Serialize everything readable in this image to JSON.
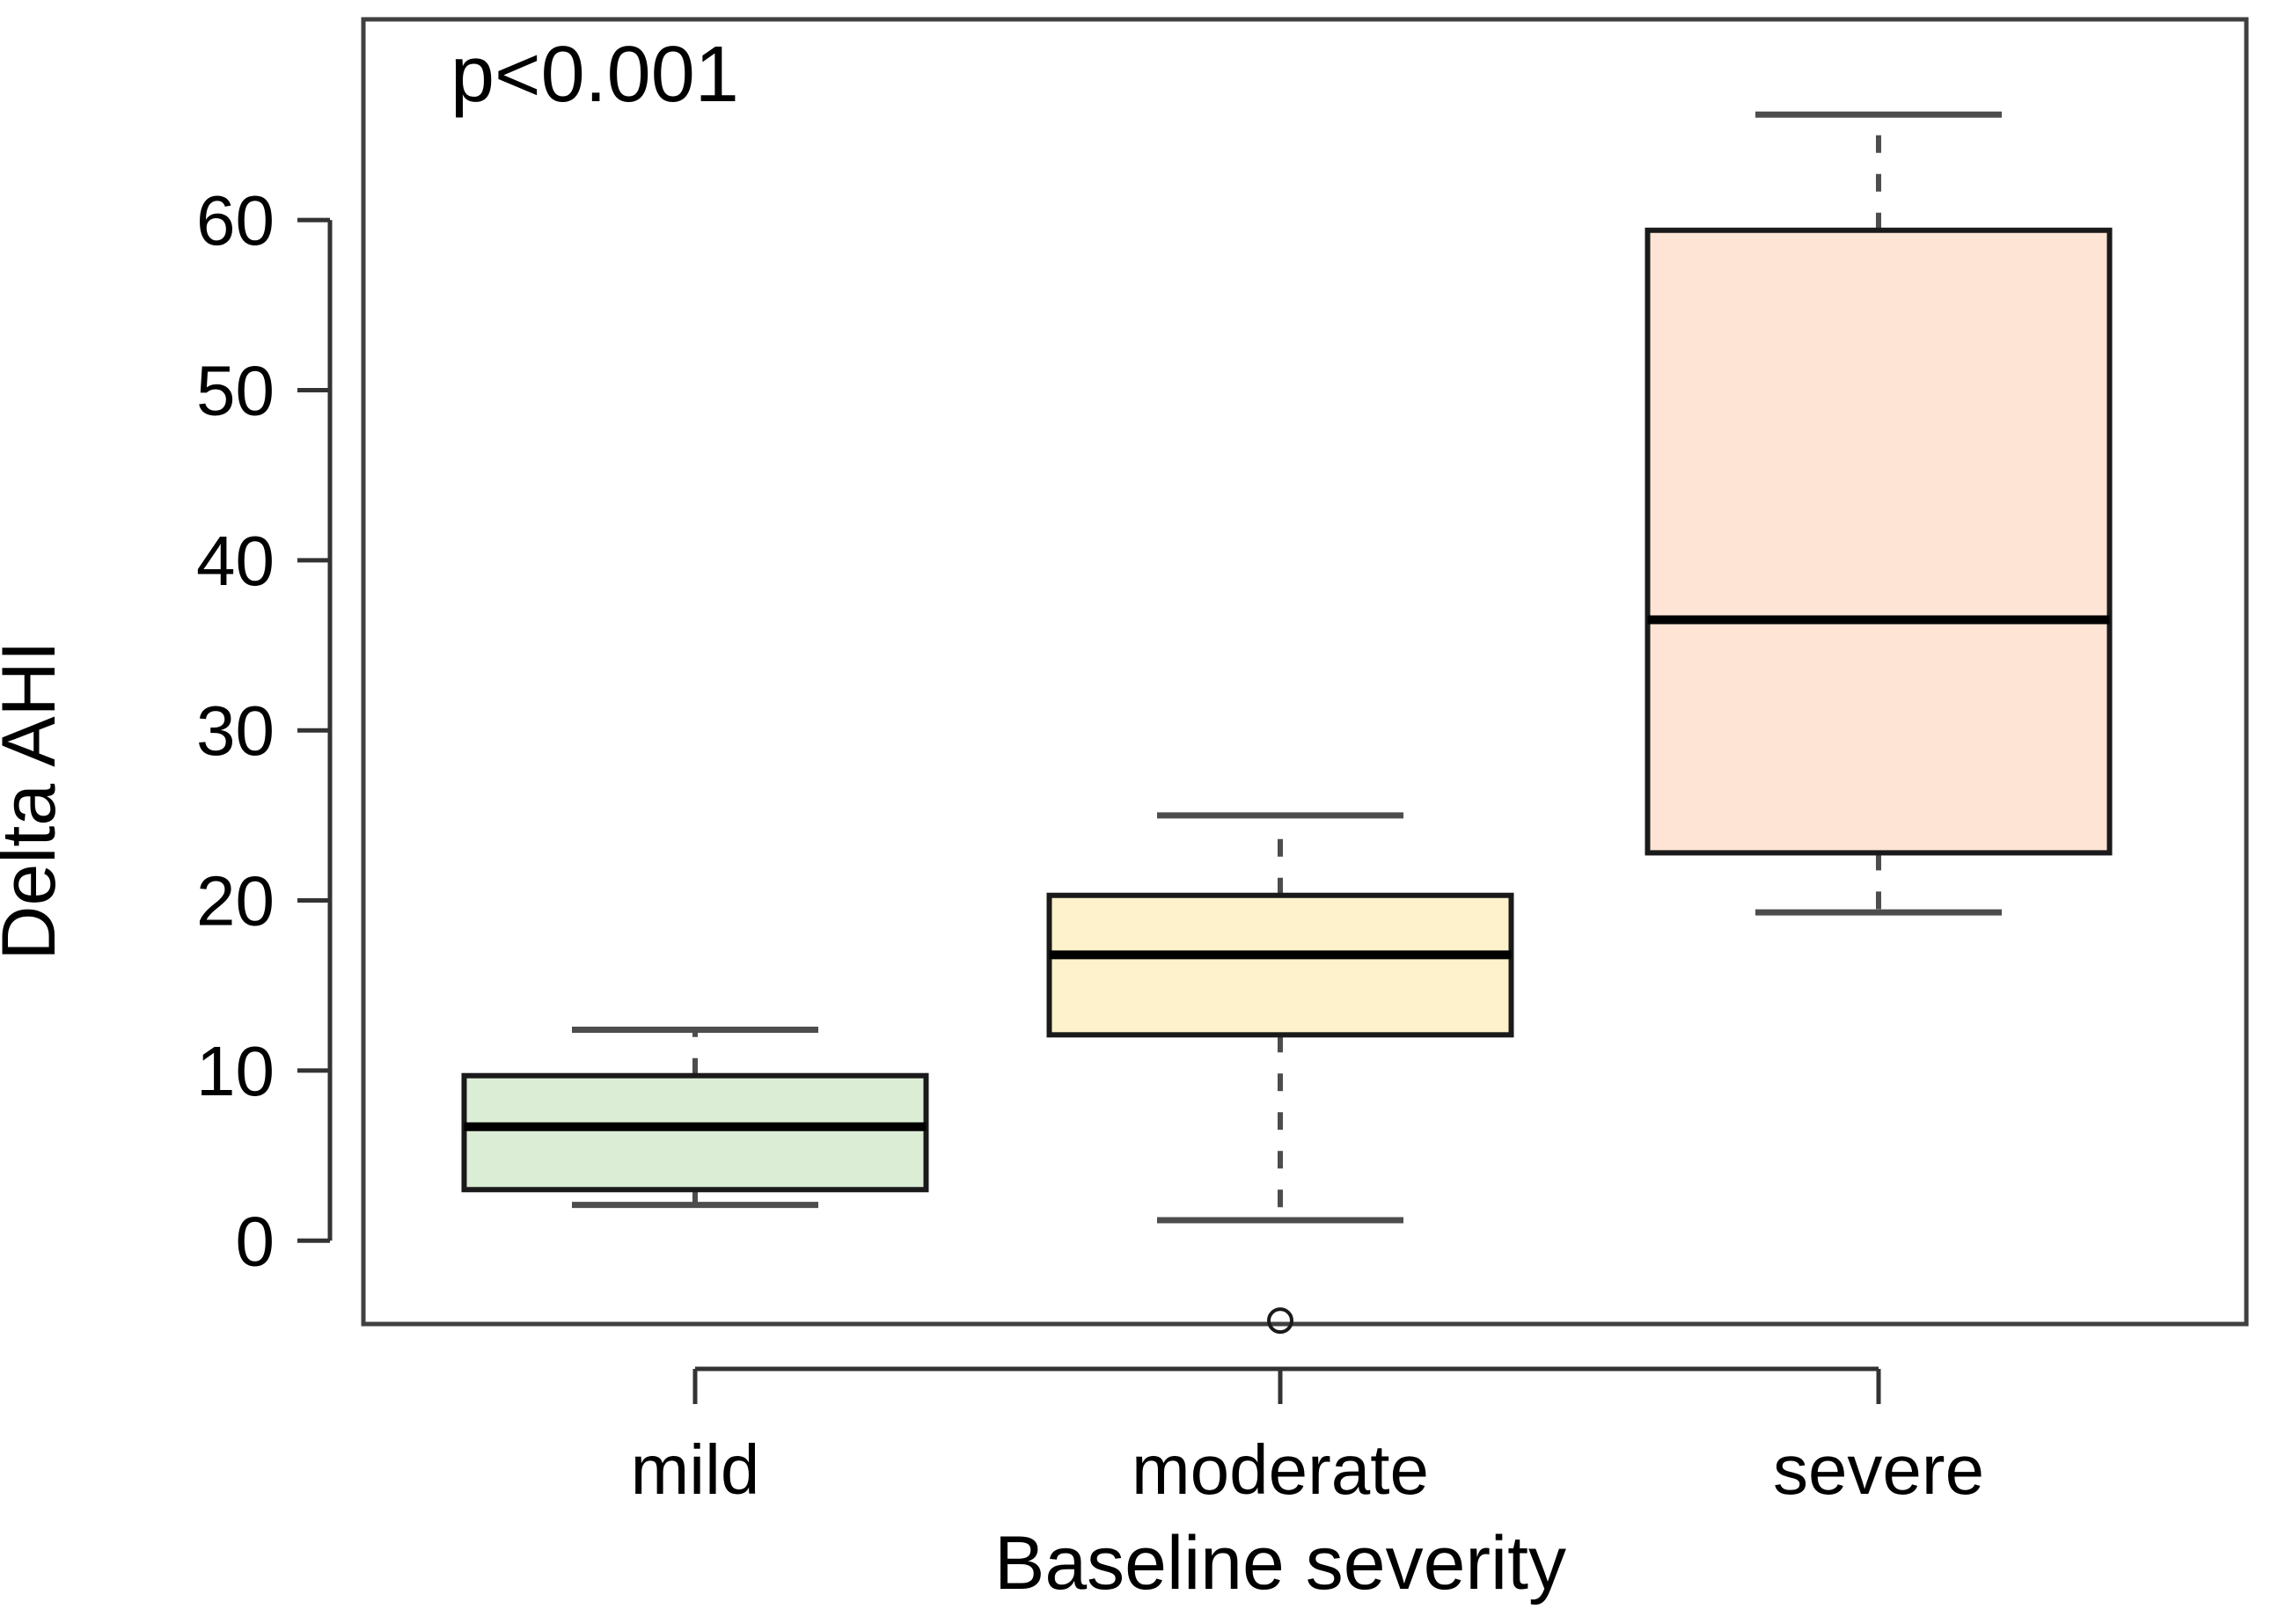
{
  "figure": {
    "background": "#ffffff"
  },
  "chart_data": {
    "type": "boxplot",
    "title": "",
    "annotation": "p<0.001",
    "xlabel": "Baseline severity",
    "ylabel": "Delta AHI",
    "categories": [
      "mild",
      "moderate",
      "severe"
    ],
    "yticks": [
      0,
      10,
      20,
      30,
      40,
      50,
      60
    ],
    "ytick_labels": [
      "0",
      "10",
      "20",
      "30",
      "40",
      "50",
      "60"
    ],
    "ylim": [
      -4.9,
      71.8
    ],
    "grid": false,
    "legend": "none",
    "series": [
      {
        "name": "mild",
        "whisker_low": 2.1,
        "q1": 3.0,
        "median": 6.7,
        "q3": 9.7,
        "whisker_high": 12.4,
        "outliers": [],
        "fill": "#dcedd6"
      },
      {
        "name": "moderate",
        "whisker_low": 1.2,
        "q1": 12.1,
        "median": 16.8,
        "q3": 20.3,
        "whisker_high": 25.0,
        "outliers": [
          -4.7
        ],
        "fill": "#fdf2cc"
      },
      {
        "name": "severe",
        "whisker_low": 19.3,
        "q1": 22.8,
        "median": 36.5,
        "q3": 59.4,
        "whisker_high": 66.2,
        "outliers": [],
        "fill": "#fde4d5"
      }
    ],
    "colors": {
      "box_border": "#1a1a1a",
      "median": "#000000",
      "whisker": "#4d4d4d",
      "frame": "#404040",
      "axis": "#333333",
      "text": "#000000",
      "background": "#ffffff"
    }
  }
}
